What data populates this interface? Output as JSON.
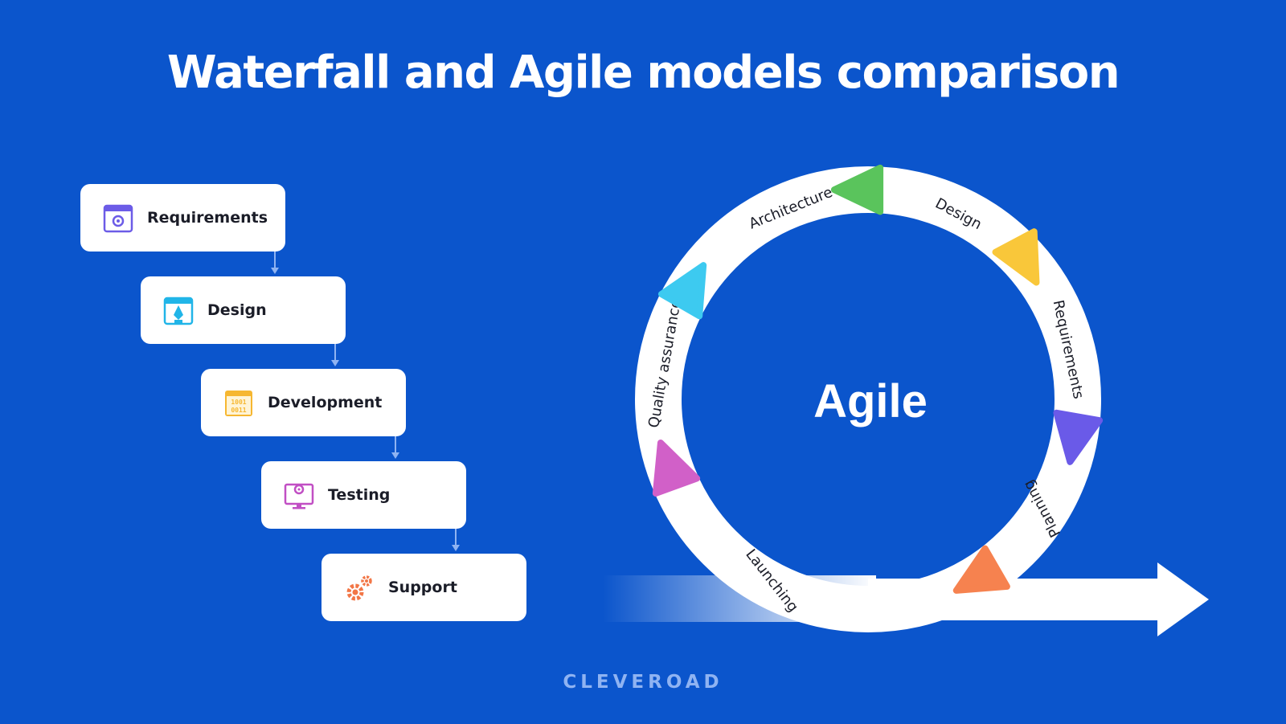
{
  "title": "Waterfall and Agile models comparison",
  "waterfall": {
    "steps": [
      {
        "label": "Requirements",
        "icon": "settings-window-icon",
        "color": "#6c5ce7"
      },
      {
        "label": "Design",
        "icon": "pen-tool-icon",
        "color": "#21b5e8"
      },
      {
        "label": "Development",
        "icon": "binary-code-icon",
        "color": "#f6b731"
      },
      {
        "label": "Testing",
        "icon": "monitor-gear-icon",
        "color": "#c14fc4"
      },
      {
        "label": "Support",
        "icon": "gears-icon",
        "color": "#f27646"
      }
    ]
  },
  "agile": {
    "center_label": "Agile",
    "phases": [
      {
        "label": "Architecture",
        "color": "#5ac45c"
      },
      {
        "label": "Design",
        "color": "#f9c73a"
      },
      {
        "label": "Requirements",
        "color": "#6a5ae8"
      },
      {
        "label": "Planning",
        "color": "#f6824f"
      },
      {
        "label": "Launching",
        "color": "#d160c8"
      },
      {
        "label": "Quality assurance",
        "color": "#3dcaf0"
      }
    ]
  },
  "brand": "CLEVEROAD",
  "colors": {
    "background": "#0b55cc",
    "card": "#ffffff",
    "ring": "#ffffff"
  }
}
